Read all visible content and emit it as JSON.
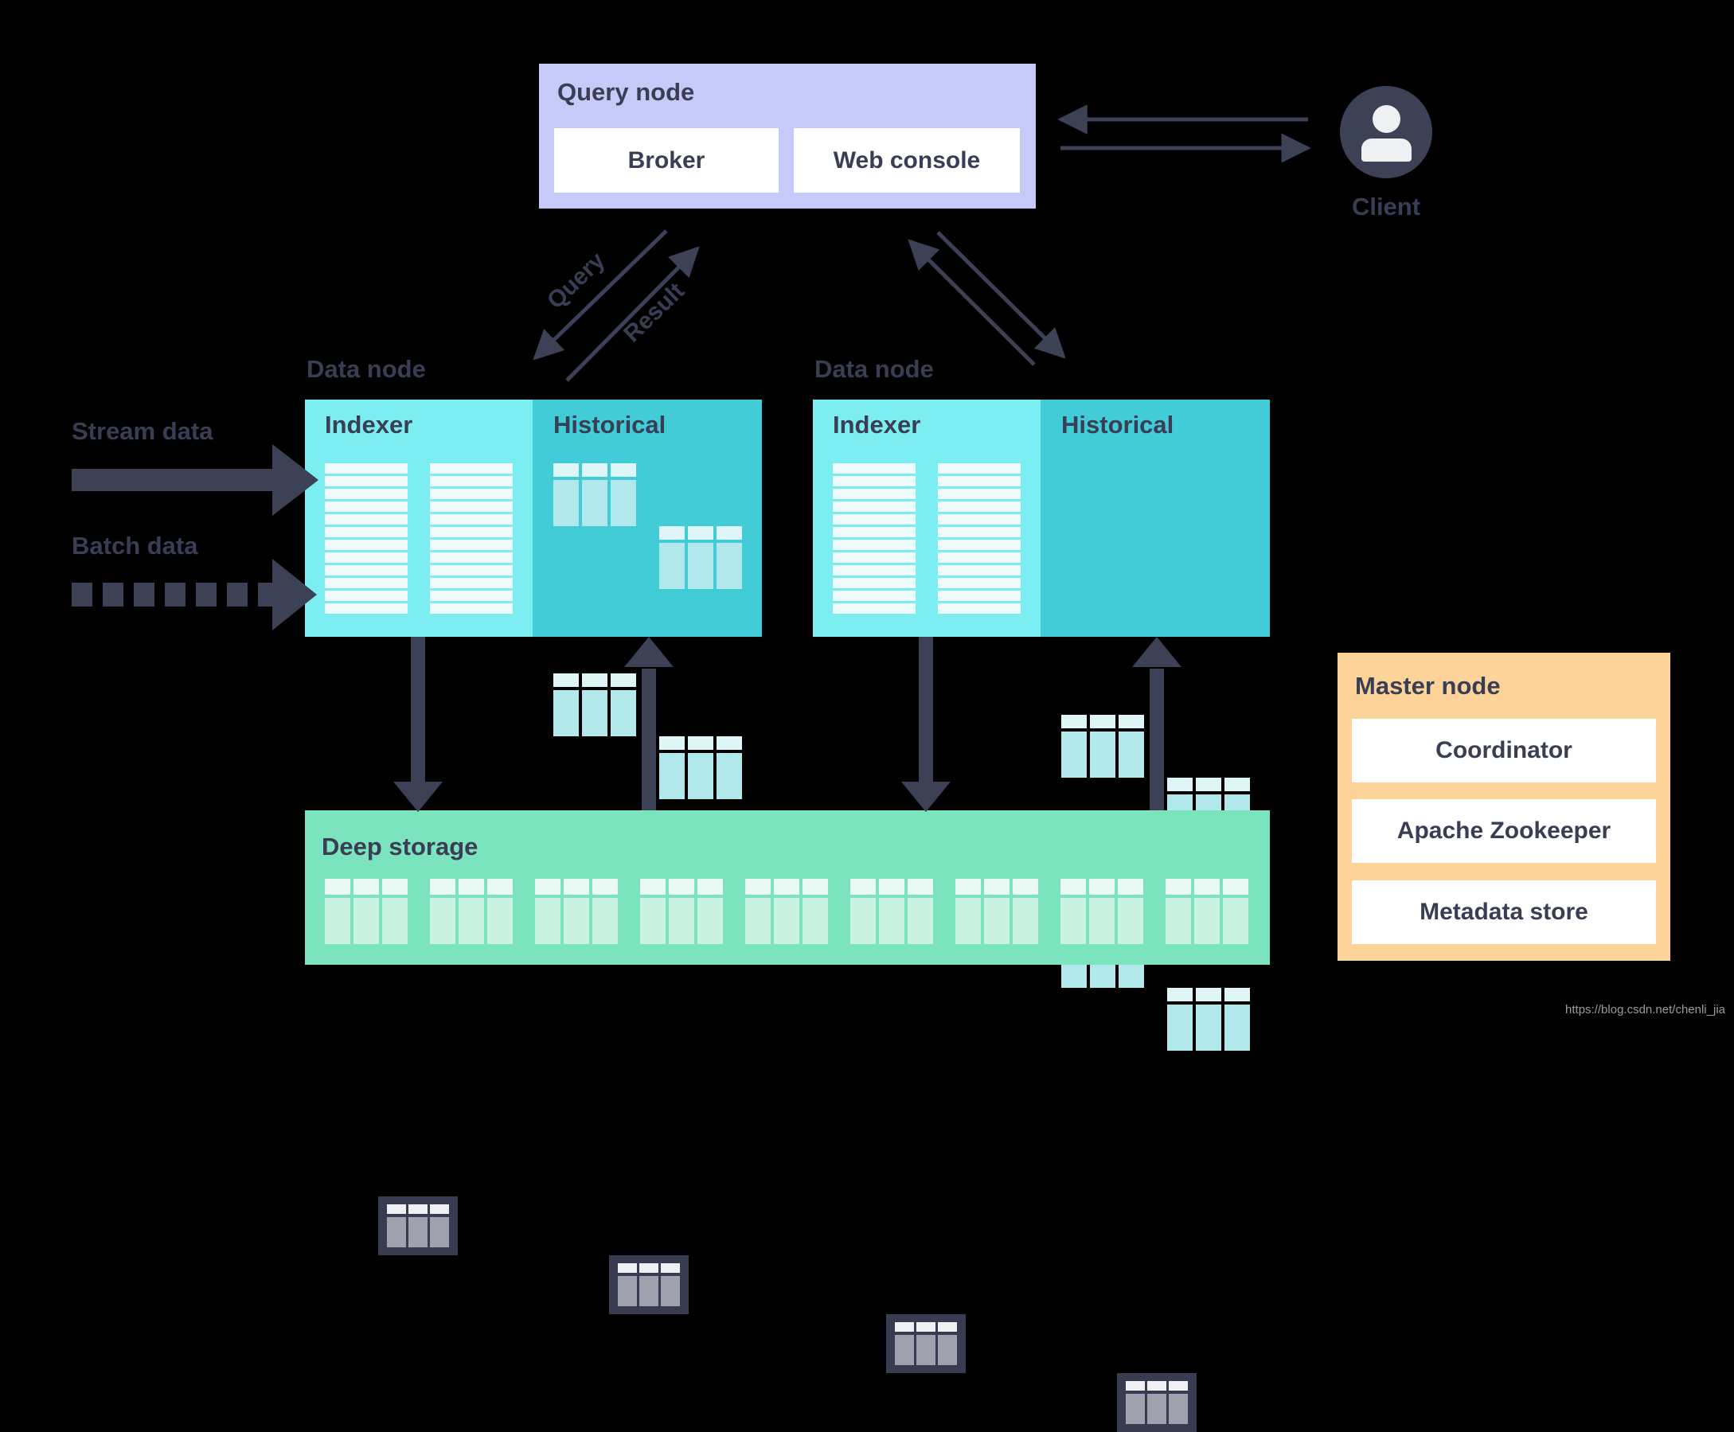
{
  "query_node": {
    "title": "Query node",
    "components": [
      {
        "label": "Broker"
      },
      {
        "label": "Web console"
      }
    ]
  },
  "client": {
    "label": "Client"
  },
  "arrows": {
    "query": "Query",
    "result": "Result"
  },
  "sources": {
    "stream": {
      "label": "Stream data"
    },
    "batch": {
      "label": "Batch data"
    }
  },
  "data_nodes": [
    {
      "title": "Data node",
      "indexer": "Indexer",
      "historical": "Historical"
    },
    {
      "title": "Data node",
      "indexer": "Indexer",
      "historical": "Historical"
    }
  ],
  "deep_storage": {
    "title": "Deep storage"
  },
  "master_node": {
    "title": "Master node",
    "components": [
      "Coordinator",
      "Apache Zookeeper",
      "Metadata store"
    ]
  },
  "watermark": "https://blog.csdn.net/chenli_jia",
  "colors": {
    "query_node_bg": "#c5caf8",
    "indexer_bg": "#7ceef2",
    "historical_bg": "#41ccd8",
    "deep_storage_bg": "#7ce3bf",
    "master_node_bg": "#fcd49a",
    "ink": "#3d4156",
    "card_bg": "#ffffff",
    "page_bg": "#000000"
  }
}
